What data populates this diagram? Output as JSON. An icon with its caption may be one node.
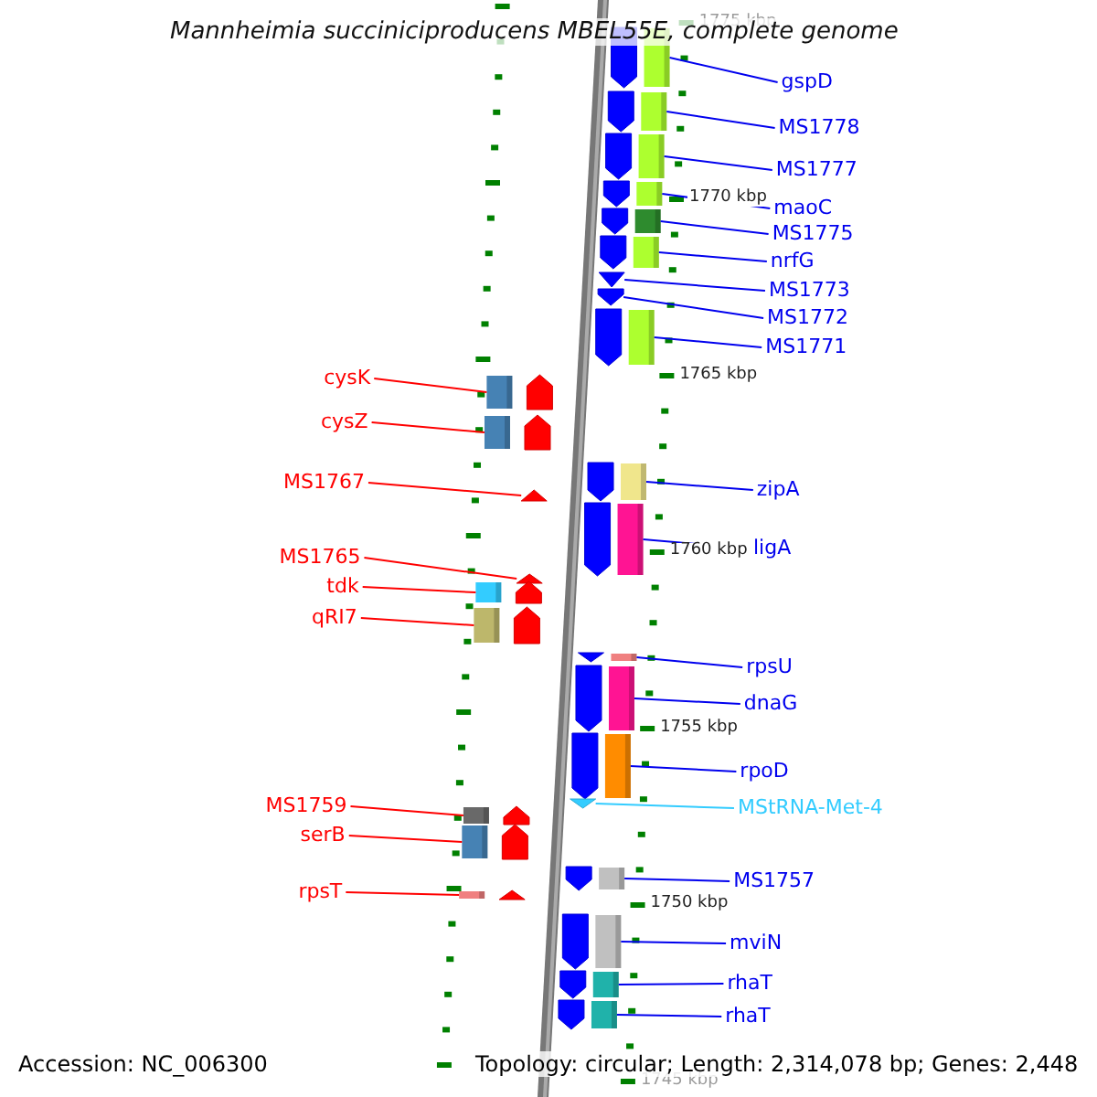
{
  "diagram": {
    "title": "Mannheimia succiniciproducens MBEL55E, complete genome",
    "nodes": [
      {
        "text": [
          "gspD"
        ]
      },
      {
        "text": [],
        "shape": "arrow"
      },
      {
        "text": [
          "MS1778"
        ]
      },
      {
        "text": [],
        "shape": "arrow"
      },
      {
        "text": [
          "MS1777"
        ]
      },
      {
        "text": [],
        "shape": "arrow"
      },
      {
        "text": [
          "maoC"
        ]
      },
      {
        "text": [],
        "shape": "arrow"
      },
      {
        "text": [
          "MS1775"
        ]
      },
      {
        "text": [],
        "shape": "arrow"
      },
      {
        "text": [
          "nrfG"
        ]
      },
      {
        "text": [],
        "shape": "arrow"
      },
      {
        "text": [
          "MS1773"
        ]
      },
      {
        "text": [],
        "shape": "arrow"
      },
      {
        "text": [
          "MS1772"
        ]
      },
      {
        "text": [],
        "shape": "arrow"
      },
      {
        "text": [
          "MS1771"
        ]
      },
      {
        "text": [],
        "shape": "arrow"
      },
      {
        "text": [
          "cysK"
        ]
      },
      {
        "text": [],
        "shape": "arrow"
      },
      {
        "text": [
          "cysZ"
        ]
      },
      {
        "text": [],
        "shape": "arrow"
      },
      {
        "text": [
          "MS1767"
        ]
      },
      {
        "text": [],
        "shape": "arrow"
      },
      {
        "text": [
          "zipA"
        ]
      },
      {
        "text": [],
        "shape": "arrow"
      },
      {
        "text": [
          "ligA"
        ]
      },
      {
        "text": [],
        "shape": "arrow"
      },
      {
        "text": [
          "MS1765"
        ]
      },
      {
        "text": [],
        "shape": "arrow"
      },
      {
        "text": [
          "tdk"
        ]
      },
      {
        "text": [],
        "shape": "arrow"
      },
      {
        "text": [
          "qRI7"
        ]
      },
      {
        "text": [],
        "shape": "arrow"
      },
      {
        "text": [
          "rpsU"
        ]
      },
      {
        "text": [],
        "shape": "arrow"
      },
      {
        "text": [
          "dnaG"
        ]
      },
      {
        "text": [],
        "shape": "arrow"
      },
      {
        "text": [
          "rpoD"
        ]
      },
      {
        "text": [],
        "shape": "arrow"
      },
      {
        "text": [
          "MStRNA-Met-4"
        ]
      },
      {
        "text": [],
        "shape": "arrow"
      },
      {
        "text": [
          "MS1759"
        ]
      },
      {
        "text": [],
        "shape": "arrow"
      },
      {
        "text": [
          "serB"
        ]
      },
      {
        "text": [],
        "shape": "arrow"
      },
      {
        "text": [
          "MS1757"
        ]
      },
      {
        "text": [],
        "shape": "arrow"
      },
      {
        "text": [
          "rpsT"
        ]
      },
      {
        "text": [],
        "shape": "arrow"
      },
      {
        "text": [
          "mviN"
        ]
      },
      {
        "text": [],
        "shape": "arrow"
      },
      {
        "text": [
          "rhaT"
        ]
      },
      {
        "text": [],
        "shape": "arrow"
      },
      {
        "text": [
          "rhaT"
        ]
      },
      {
        "text": [],
        "shape": "arrow"
      }
    ],
    "edges": [
      {
        "from": 0,
        "to": 1,
        "arrow": "none"
      },
      {
        "from": 2,
        "to": 3,
        "arrow": "none"
      },
      {
        "from": 4,
        "to": 5,
        "arrow": "none"
      },
      {
        "from": 6,
        "to": 7,
        "arrow": "none"
      },
      {
        "from": 8,
        "to": 9,
        "arrow": "none"
      },
      {
        "from": 10,
        "to": 11,
        "arrow": "none"
      },
      {
        "from": 12,
        "to": 13,
        "arrow": "none"
      },
      {
        "from": 14,
        "to": 15,
        "arrow": "none"
      },
      {
        "from": 16,
        "to": 17,
        "arrow": "none"
      },
      {
        "from": 18,
        "to": 19,
        "arrow": "none",
        "color": "#ff0000"
      },
      {
        "from": 20,
        "to": 21,
        "arrow": "none",
        "color": "#ff0000"
      },
      {
        "from": 22,
        "to": 23,
        "arrow": "none",
        "color": "#ff0000"
      },
      {
        "from": 24,
        "to": 25,
        "arrow": "none"
      },
      {
        "from": 26,
        "to": 27,
        "arrow": "none"
      },
      {
        "from": 28,
        "to": 29,
        "arrow": "none",
        "color": "#ff0000"
      },
      {
        "from": 30,
        "to": 31,
        "arrow": "none",
        "color": "#ff0000"
      },
      {
        "from": 32,
        "to": 33,
        "arrow": "none",
        "color": "#ff0000"
      },
      {
        "from": 34,
        "to": 35,
        "arrow": "none"
      },
      {
        "from": 36,
        "to": 37,
        "arrow": "none"
      },
      {
        "from": 38,
        "to": 39,
        "arrow": "none"
      },
      {
        "from": 40,
        "to": 41,
        "arrow": "none",
        "color": "#33ccff"
      },
      {
        "from": 42,
        "to": 43,
        "arrow": "none",
        "color": "#ff0000"
      },
      {
        "from": 44,
        "to": 45,
        "arrow": "none",
        "color": "#ff0000"
      },
      {
        "from": 46,
        "to": 47,
        "arrow": "none"
      },
      {
        "from": 48,
        "to": 49,
        "arrow": "none",
        "color": "#ff0000"
      },
      {
        "from": 50,
        "to": 51,
        "arrow": "none"
      },
      {
        "from": 52,
        "to": 53,
        "arrow": "none"
      },
      {
        "from": 54,
        "to": 55,
        "arrow": "none"
      }
    ],
    "labels": [
      "1775 kbp",
      "1770 kbp",
      "1765 kbp",
      "1760 kbp",
      "1755 kbp",
      "1750 kbp",
      "1745 kbp",
      "Accession: NC_006300",
      "Topology: circular; Length: 2,314,078 bp; Genes: 2,448"
    ]
  }
}
